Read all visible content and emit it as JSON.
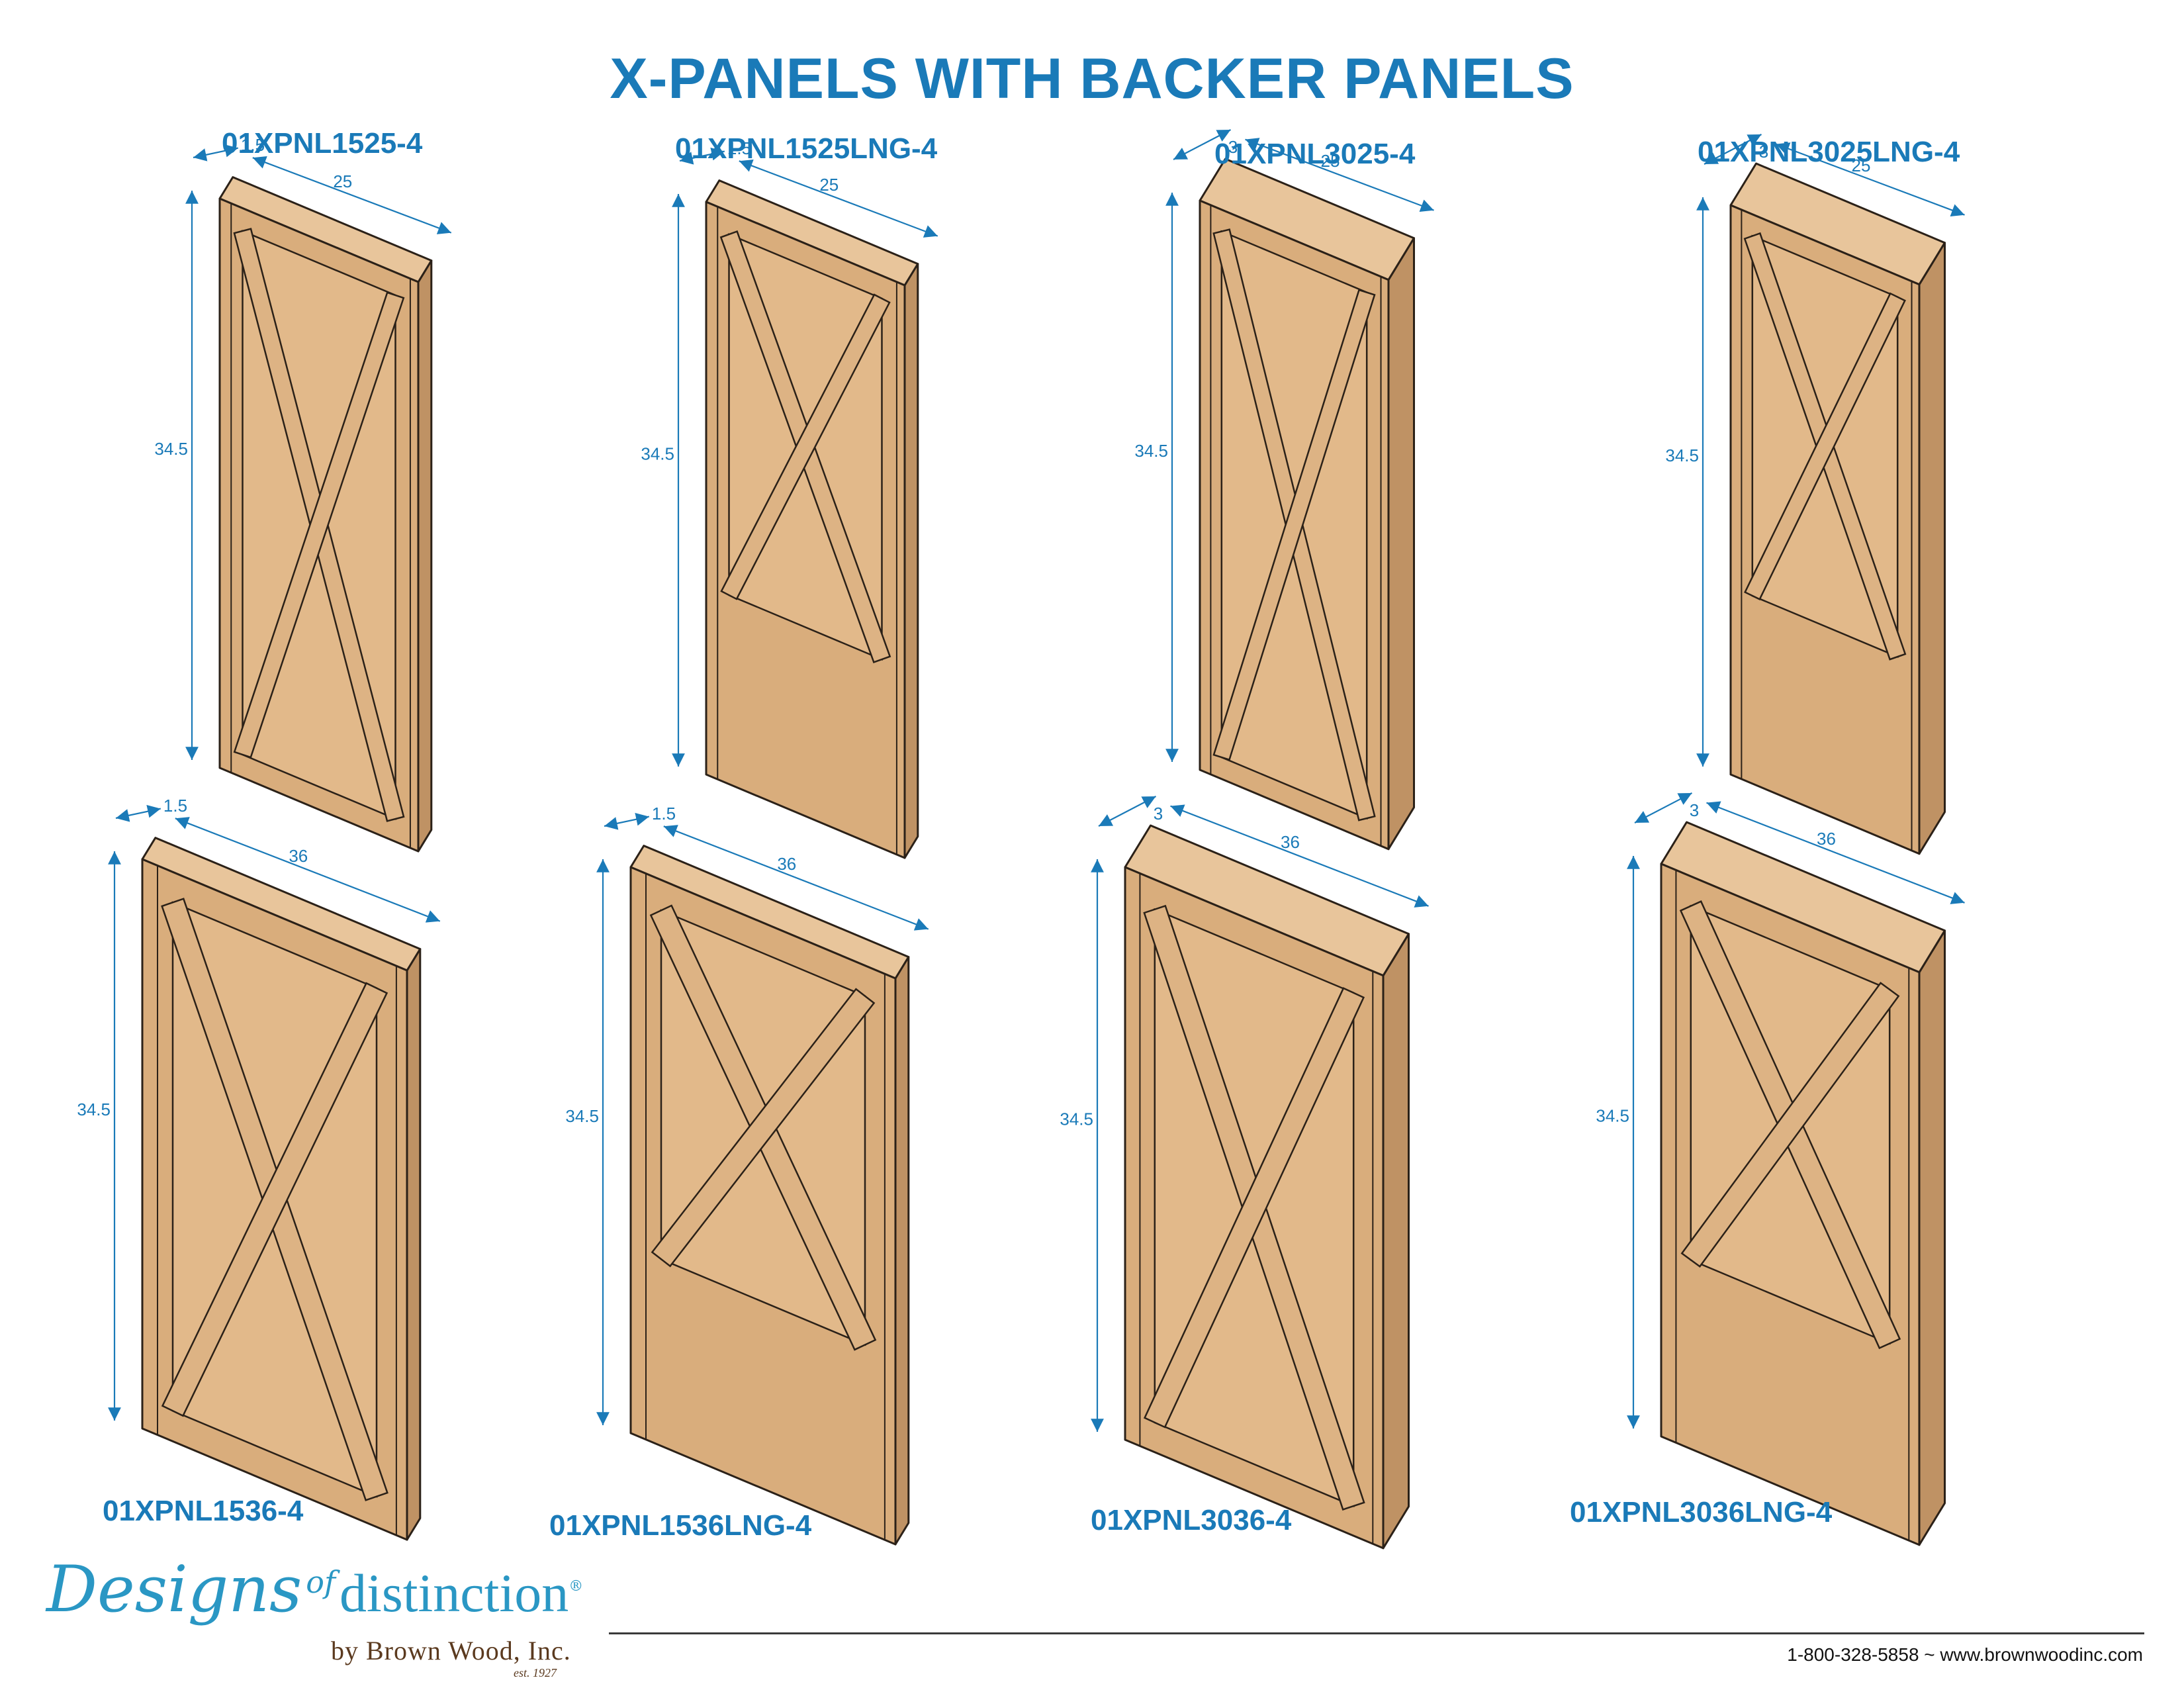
{
  "title": "X-PANELS WITH BACKER PANELS",
  "panels": [
    {
      "code": "01XPNL1525-4",
      "thickness": "1.5",
      "width": "25",
      "height": "34.5",
      "backer": false
    },
    {
      "code": "01XPNL1525LNG-4",
      "thickness": "1.5",
      "width": "25",
      "height": "34.5",
      "backer": true
    },
    {
      "code": "01XPNL3025-4",
      "thickness": "3",
      "width": "25",
      "height": "34.5",
      "backer": false
    },
    {
      "code": "01XPNL3025LNG-4",
      "thickness": "3",
      "width": "25",
      "height": "34.5",
      "backer": true
    },
    {
      "code": "01XPNL1536-4",
      "thickness": "1.5",
      "width": "36",
      "height": "34.5",
      "backer": false
    },
    {
      "code": "01XPNL1536LNG-4",
      "thickness": "1.5",
      "width": "36",
      "height": "34.5",
      "backer": true
    },
    {
      "code": "01XPNL3036-4",
      "thickness": "3",
      "width": "36",
      "height": "34.5",
      "backer": false
    },
    {
      "code": "01XPNL3036LNG-4",
      "thickness": "3",
      "width": "36",
      "height": "34.5",
      "backer": true
    }
  ],
  "logo": {
    "word1": "Designs",
    "of": "of",
    "word2": "distinction",
    "reg": "®",
    "byline": "by Brown Wood, Inc.",
    "est": "est. 1927"
  },
  "contact": "1-800-328-5858 ~ www.brownwoodinc.com",
  "colors": {
    "accent_blue": "#1a7ab8",
    "wood_face": "#e2b98a",
    "wood_frame": "#d9ad7c",
    "wood_side": "#bf9264",
    "outline": "#2b2118"
  }
}
